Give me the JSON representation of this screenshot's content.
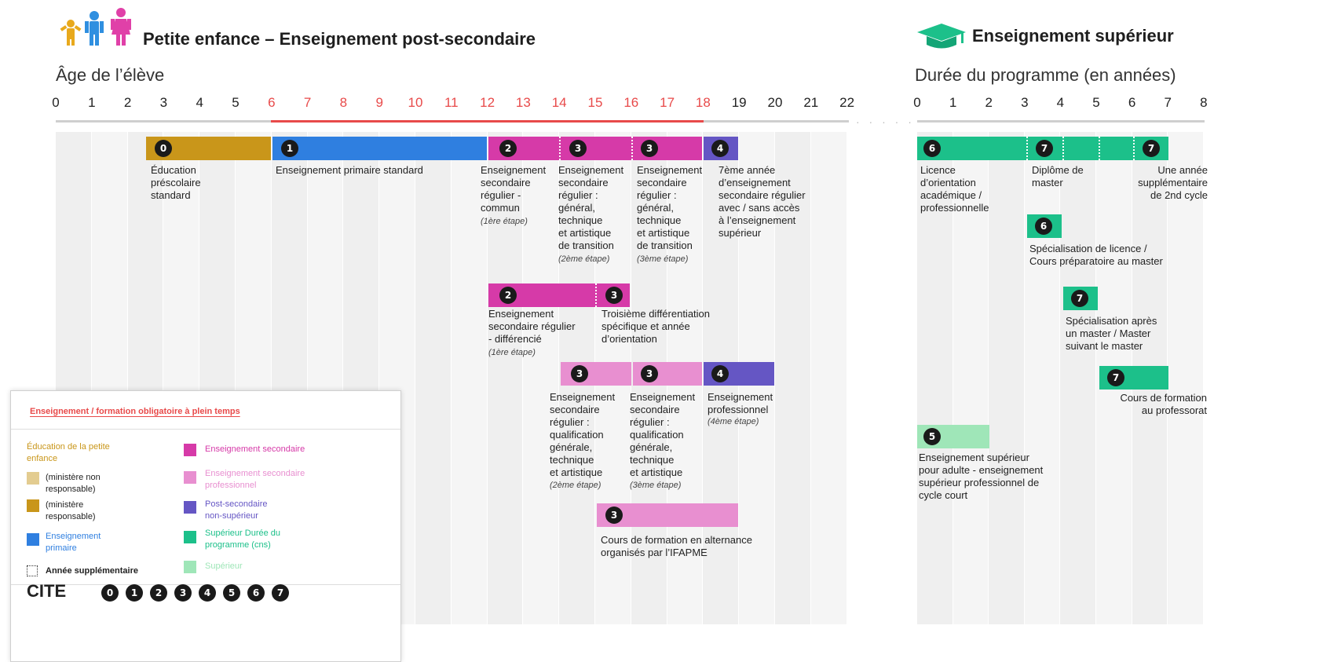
{
  "header": {
    "left_title": "Petite enfance – Enseignement post-secondaire",
    "right_title": "Enseignement supérieur",
    "left_axis_title": "Âge de l’élève",
    "right_axis_title": "Durée du programme (en années)"
  },
  "left_axis_ticks": [
    "0",
    "1",
    "2",
    "3",
    "4",
    "5",
    "6",
    "7",
    "8",
    "9",
    "10",
    "11",
    "12",
    "13",
    "14",
    "15",
    "16",
    "17",
    "18",
    "19",
    "20",
    "21",
    "22"
  ],
  "right_axis_ticks": [
    "0",
    "1",
    "2",
    "3",
    "4",
    "5",
    "6",
    "7",
    "8"
  ],
  "compulsory_range": [
    6,
    18
  ],
  "colors": {
    "ecec_resp": "#c9961a",
    "primary": "#2f7fe0",
    "secondary": "#d63aa8",
    "secondary_prof": "#e88fd0",
    "post_secondary": "#6556c4",
    "tertiary": "#1cc08a",
    "tertiary_light": "#9fe6b8",
    "compulsory_line": "#e84a4a"
  },
  "programmes": {
    "p0": {
      "level": "0",
      "label": "Éducation\npréscolaire\nstandard"
    },
    "p1": {
      "level": "1",
      "label": "Enseignement primaire standard"
    },
    "p2": {
      "level": "2",
      "label": "Enseignement\nsecondaire\nrégulier -\ncommun",
      "note": "(1ère étape)"
    },
    "p3a": {
      "level": "3",
      "label": "Enseignement\nsecondaire\nrégulier :\ngénéral,\ntechnique\net artistique\nde transition",
      "note": "(2ème étape)"
    },
    "p3b": {
      "level": "3",
      "label": "Enseignement\nsecondaire\nrégulier :\ngénéral,\ntechnique\net artistique\nde transition",
      "note": "(3ème étape)"
    },
    "p4": {
      "level": "4",
      "label": "7ème année\nd’enseignement\nsecondaire régulier\navec / sans accès\nà l’enseignement\nsupérieur"
    },
    "p2d": {
      "level": "2",
      "label": "Enseignement\nsecondaire régulier\n- différencié",
      "note": "(1ère étape)"
    },
    "p3d": {
      "level": "3",
      "label": "Troisième différentiation\nspécifique et année\nd’orientation"
    },
    "p3q1": {
      "level": "3",
      "label": "Enseignement\nsecondaire\nrégulier :\nqualification\ngénérale,\ntechnique\net artistique",
      "note": "(2ème étape)"
    },
    "p3q2": {
      "level": "3",
      "label": "Enseignement\nsecondaire\nrégulier :\nqualification\ngénérale,\ntechnique\net artistique",
      "note": "(3ème étape)"
    },
    "p4p": {
      "level": "4",
      "label": "Enseignement\nprofessionnel",
      "note": "(4ème étape)"
    },
    "p3f": {
      "level": "3",
      "label": "Cours de formation en alternance\norganisés par l’IFAPME"
    },
    "t6": {
      "level": "6",
      "label": "Licence\nd’orientation\nacadémique /\nprofessionnelle"
    },
    "t7a": {
      "level": "7",
      "label": "Diplôme de\nmaster"
    },
    "t7b": {
      "level": "7",
      "label": "Une année\nsupplémentaire\nde 2nd cycle"
    },
    "t6b": {
      "level": "6",
      "label": "Spécialisation de licence /\nCours préparatoire au master"
    },
    "t7c": {
      "level": "7",
      "label": "Spécialisation après\nun master / Master\nsuivant le master"
    },
    "t7d": {
      "level": "7",
      "label": "Cours de formation\nau professorat"
    },
    "t5": {
      "level": "5",
      "label": "Enseignement supérieur\npour adulte - enseignement\nsupérieur professionnel de\ncycle court"
    }
  },
  "legend": {
    "title": "Enseignement / formation obligatoire à plein temps",
    "ecec_title": "Éducation de la petite\nenfance",
    "ecec_nonresp": "(ministère non\nresponsable)",
    "ecec_resp": "(ministère\nresponsable)",
    "primary": "Enseignement\nprimaire",
    "extra_year": "Année supplémentaire",
    "secondary": "Enseignement secondaire",
    "secondary_prof": "Enseignement secondaire\nprofessionnel",
    "post_secondary": "Post-secondaire\nnon-supérieur",
    "tertiary": "Supérieur Durée du\nprogramme (cns)",
    "tertiary_light": "Supérieur",
    "cite_label": "CITE",
    "cite_levels": [
      "0",
      "1",
      "2",
      "3",
      "4",
      "5",
      "6",
      "7"
    ]
  }
}
